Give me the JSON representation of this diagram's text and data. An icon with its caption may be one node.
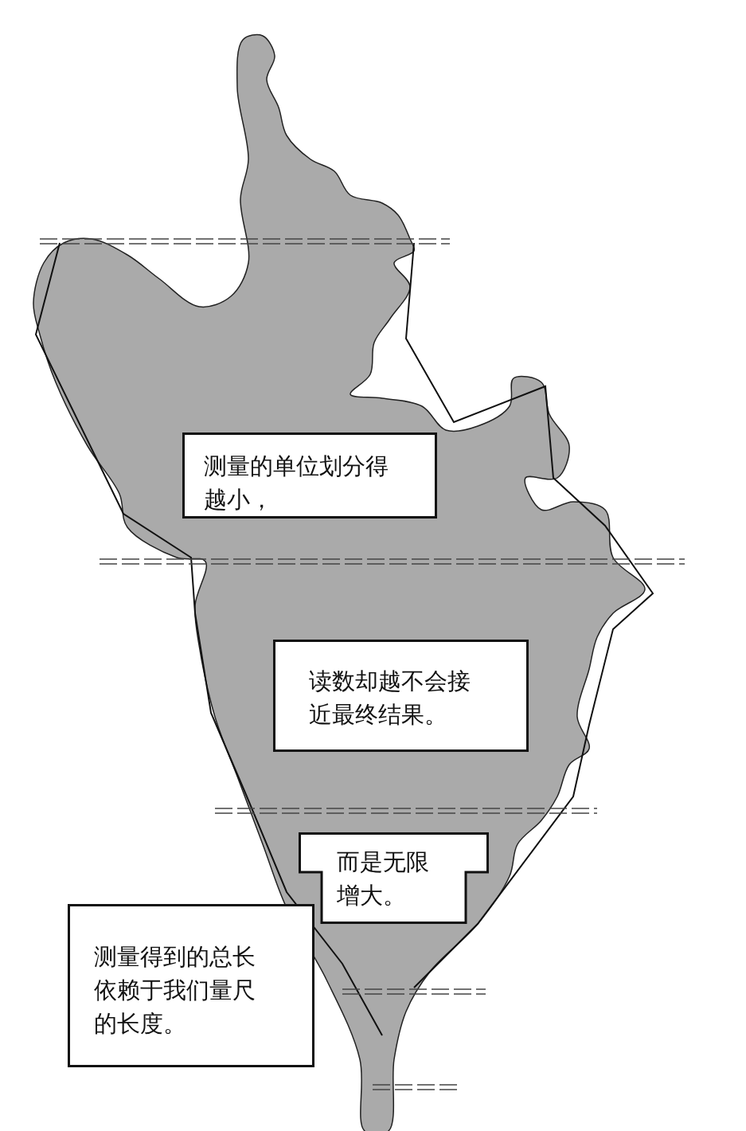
{
  "diagram": {
    "nodes": [
      {
        "text": [
          "测量的单位划分得越小，"
        ]
      },
      {
        "text": [
          "读数却越不会接近最终结果。"
        ]
      },
      {
        "text": [
          "而是无限增大。"
        ]
      },
      {
        "text": [
          "测量得到的总长依赖于我们量尺的长度。"
        ]
      }
    ]
  }
}
